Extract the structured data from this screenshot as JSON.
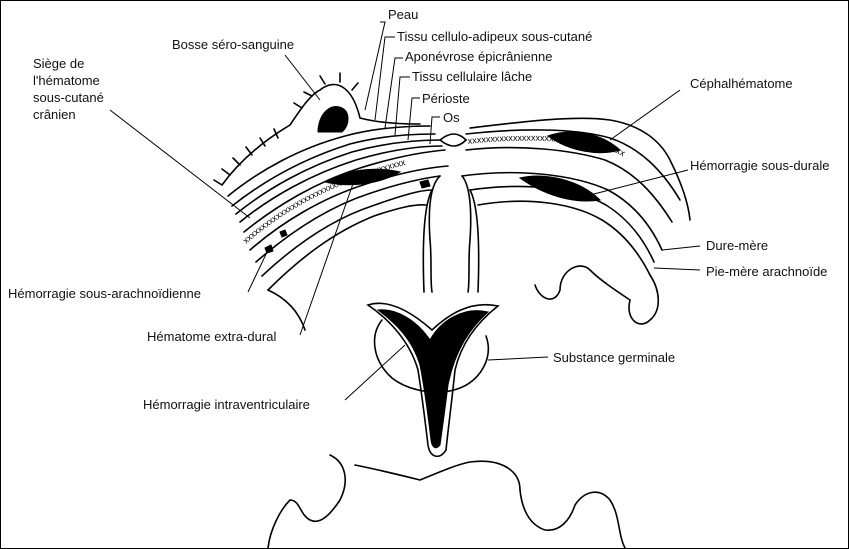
{
  "labels": {
    "peau": "Peau",
    "tissu_cellulo": "Tissu cellulo-adipeux sous-cutané",
    "aponevrose": "Aponévrose épicrânienne",
    "tissu_lache": "Tissu cellulaire lâche",
    "perioste": "Périoste",
    "os": "Os",
    "bosse": "Bosse séro-sanguine",
    "siege_line1": "Siège de",
    "siege_line2": "l'hématome",
    "siege_line3": "sous-cutané",
    "siege_line4": "crânien",
    "cephalhematome": "Céphalhématome",
    "hemorragie_sous_durale": "Hémorragie sous-durale",
    "dure_mere": "Dure-mère",
    "pie_mere": "Pie-mère arachnoïde",
    "hemorragie_sous_arachnoidienne": "Hémorragie sous-arachnoïdienne",
    "hematome_extra_dural": "Hématome extra-dural",
    "substance_germinale": "Substance germinale",
    "hemorragie_intraventriculaire": "Hémorragie intraventriculaire"
  },
  "colors": {
    "ink": "#000000",
    "background": "#ffffff"
  }
}
